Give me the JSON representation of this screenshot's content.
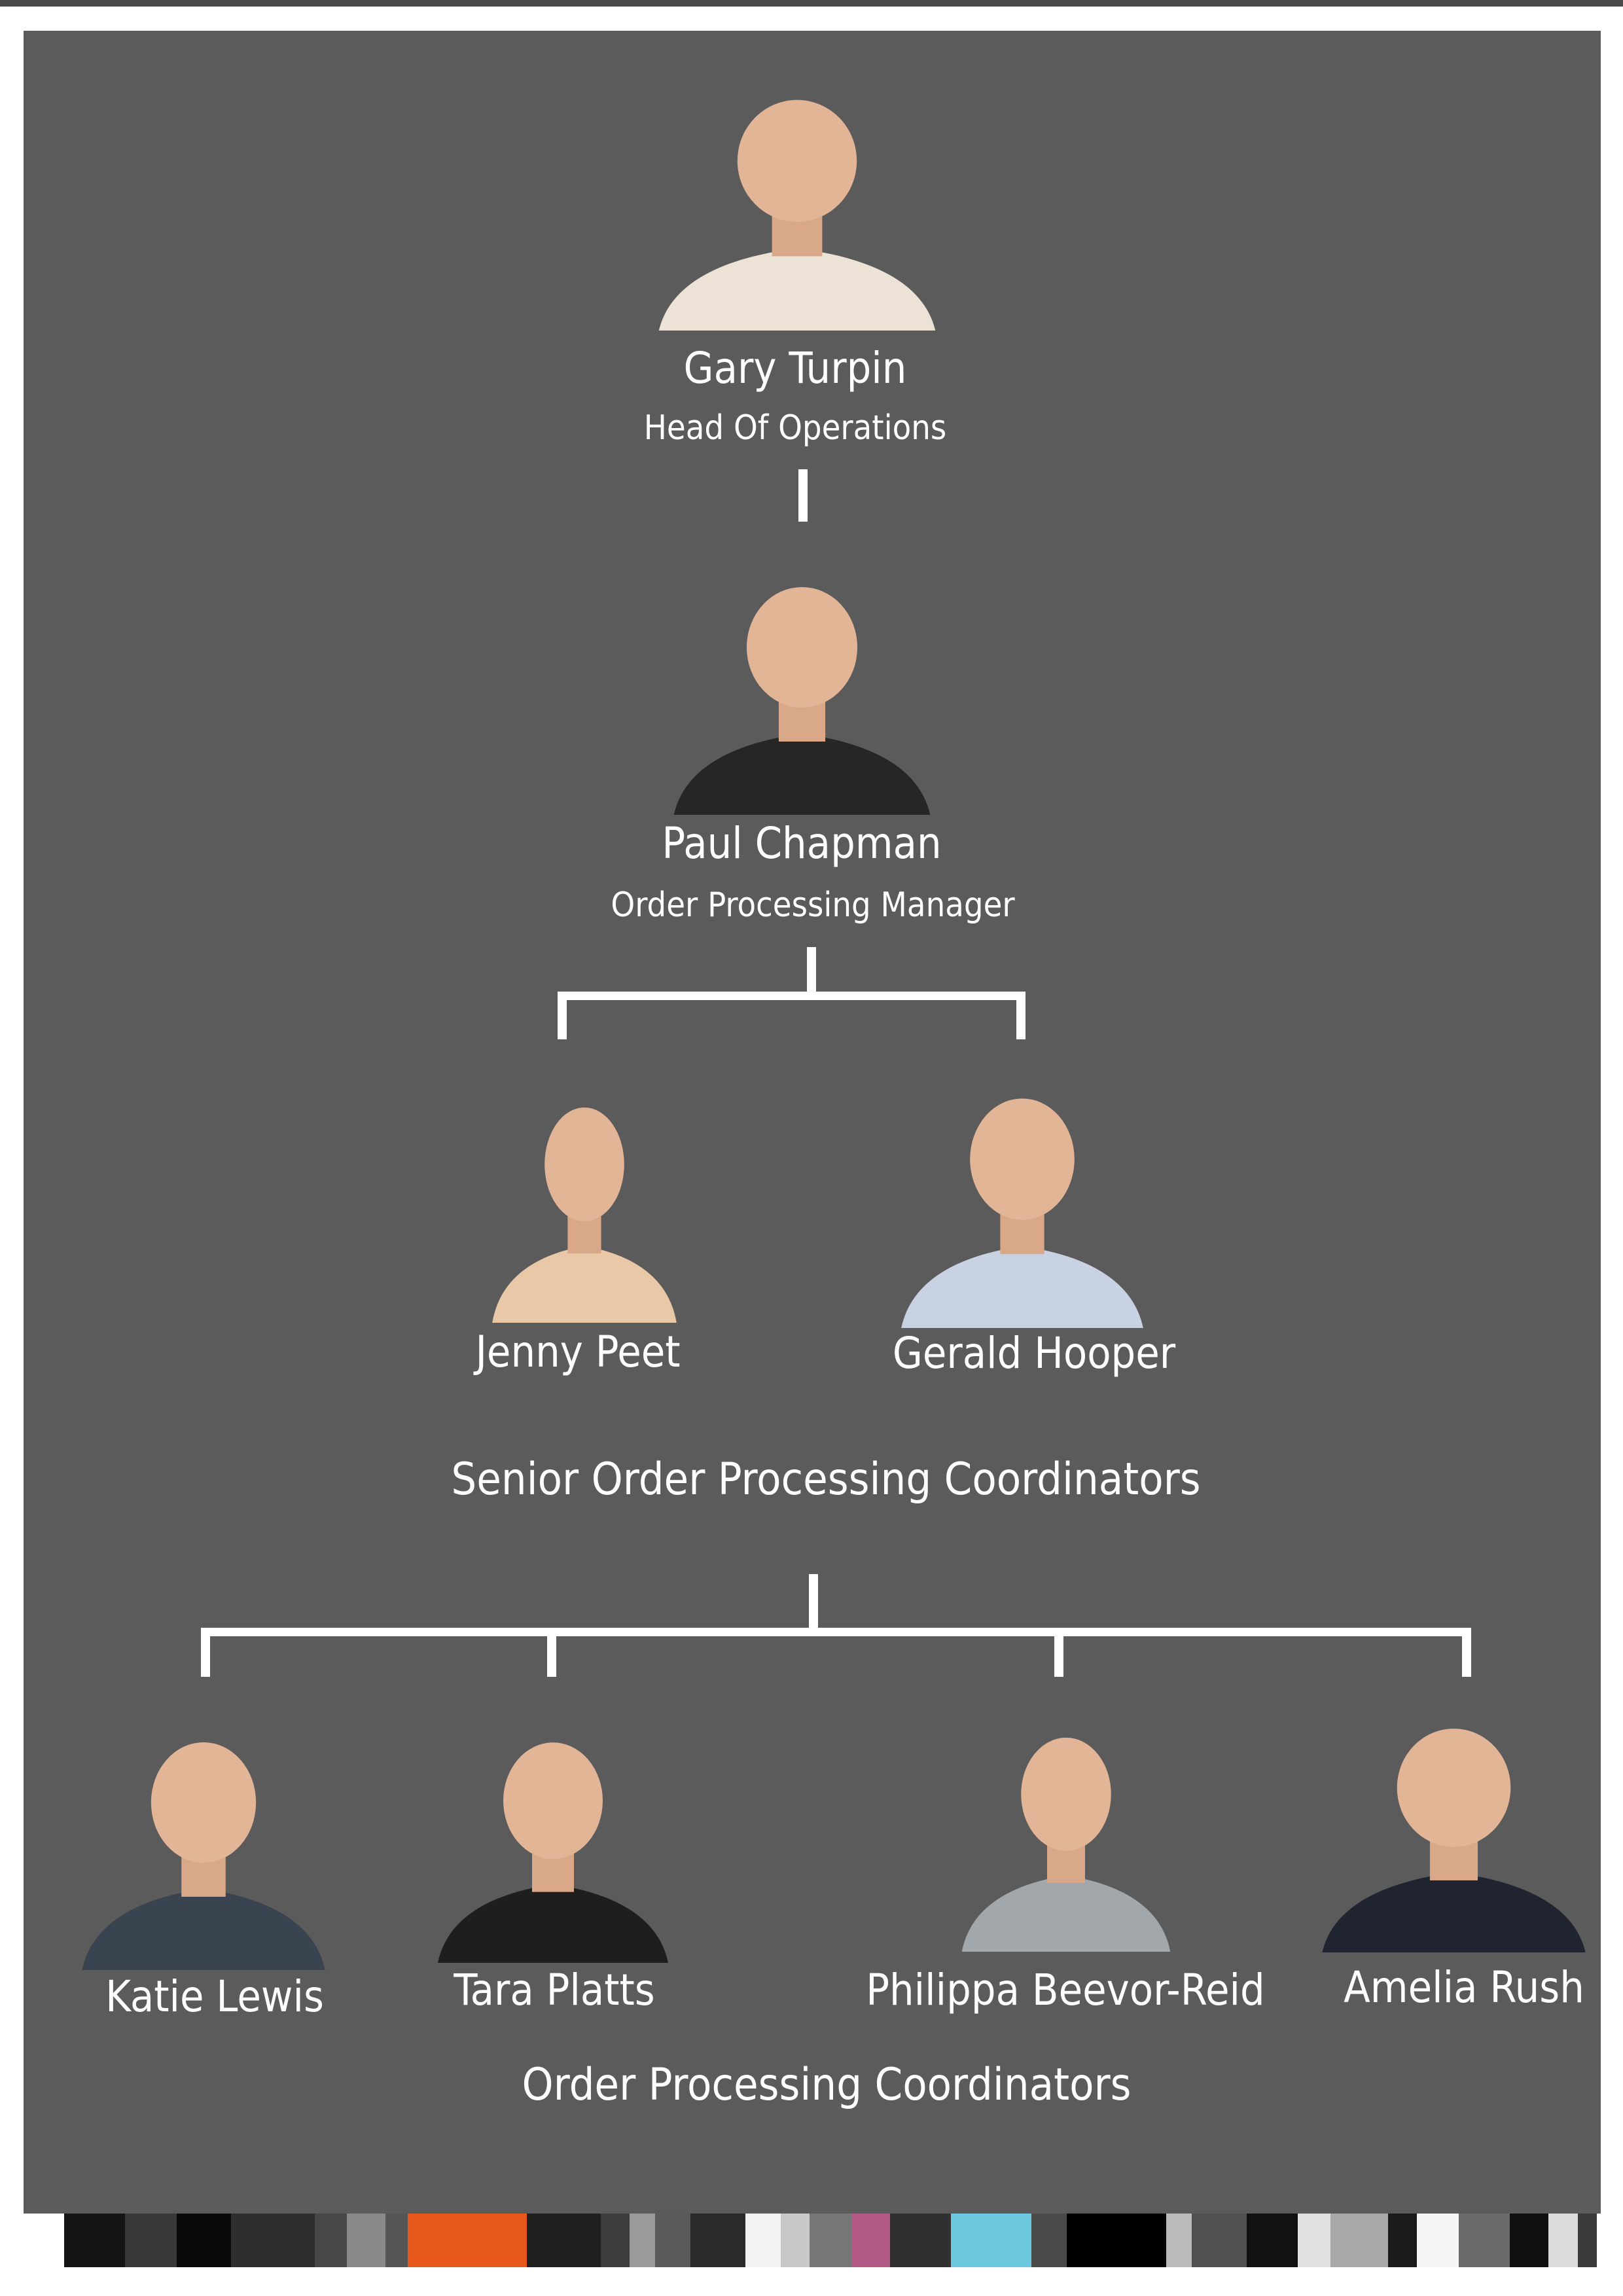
{
  "top": {
    "name": "Gary Turpin",
    "role": "Head Of Operations"
  },
  "manager": {
    "name": "Paul Chapman",
    "role": "Order Processing Manager"
  },
  "seniors": {
    "members": [
      {
        "name": "Jenny Peet"
      },
      {
        "name": "Gerald Hooper"
      }
    ],
    "group_label": "Senior Order Processing Coordinators"
  },
  "coordinators": {
    "members": [
      {
        "name": "Katie Lewis"
      },
      {
        "name": "Tara Platts"
      },
      {
        "name": "Philippa Beevor-Reid"
      },
      {
        "name": "Amelia Rush"
      }
    ],
    "group_label": "Order Processing Coordinators"
  },
  "colors": {
    "panel": "#5b5b5b",
    "connector": "#ffffff",
    "text": "#ffffff",
    "strip": [
      "#151515",
      "#383838",
      "#0a0a0a",
      "#2e2e2e",
      "#474747",
      "#8a8a8a",
      "#555555",
      "#e8581c",
      "#202020",
      "#3d3d3d",
      "#9a9a9a",
      "#5a5a5a",
      "#2a2a2a",
      "#f2f2f2",
      "#c8c8c8",
      "#777777",
      "#b35a86",
      "#303030",
      "#6bc8df",
      "#4a4a4a",
      "#000000",
      "#bbbbbb",
      "#505050",
      "#111111",
      "#e0e0e0",
      "#a8a8a8",
      "#1a1a1a",
      "#f4f4f4",
      "#6a6a6a",
      "#0f0f0f",
      "#dcdcdc",
      "#3a3a3a"
    ]
  }
}
